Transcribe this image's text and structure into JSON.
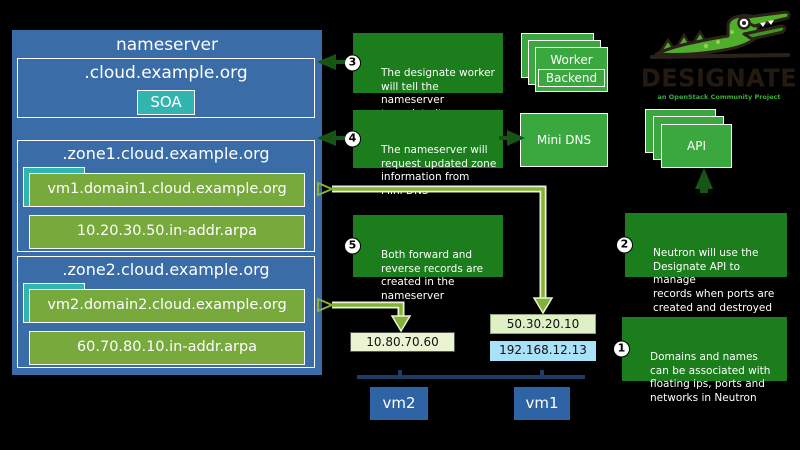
{
  "nameserver_panel": {
    "title": "nameserver",
    "root_zone": {
      "label": ".cloud.example.org",
      "record": "SOA"
    },
    "zones": [
      {
        "label": ".zone1.cloud.example.org",
        "forward_record": "vm1.domain1.cloud.example.org",
        "reverse_record": "10.20.30.50.in-addr.arpa"
      },
      {
        "label": ".zone2.cloud.example.org",
        "forward_record": "vm2.domain2.cloud.example.org",
        "reverse_record": "60.70.80.10.in-addr.arpa"
      }
    ]
  },
  "annotations": [
    {
      "number": "1",
      "text": "Domains and names\ncan be associated with\nfloating ips, ports and\nnetworks in Neutron"
    },
    {
      "number": "2",
      "text": "Neutron will use the\nDesignate API to manage\nrecords when ports are\ncreated and destroyed"
    },
    {
      "number": "3",
      "text": "The designate worker\nwill tell the nameserver\nto update its zone\ninformation"
    },
    {
      "number": "4",
      "text": "The nameserver will\nrequest updated zone\ninformation from\nMini DNS"
    },
    {
      "number": "5",
      "text": "Both forward and\nreverse records are\ncreated in the\nnameserver"
    }
  ],
  "components": {
    "worker": {
      "label": "Worker",
      "backend_label": "Backend"
    },
    "minidns": {
      "label": "Mini DNS"
    },
    "api": {
      "label": "API"
    }
  },
  "logo": {
    "title": "DESIGNATE",
    "subtitle": "an OpenStack Community Project"
  },
  "network": {
    "vm1": {
      "label": "vm1",
      "floating_ip": "50.30.20.10",
      "fixed_ip": "192.168.12.13"
    },
    "vm2": {
      "label": "vm2",
      "floating_ip": "10.80.70.60"
    }
  },
  "colors": {
    "panel_blue": "#3a6ca8",
    "record_green": "#77a93d",
    "teal": "#33b5af",
    "note_green": "#1b7d1b",
    "component_green": "#3aa83e",
    "arrow_olive": "#83b236",
    "arrow_dark_green": "#175517",
    "network_line": "#1d3d63",
    "floating_ip_bg": "#ebf4d2",
    "fixed_ip_bg": "#a9e1f8",
    "vm_blue": "#2e63a6"
  }
}
